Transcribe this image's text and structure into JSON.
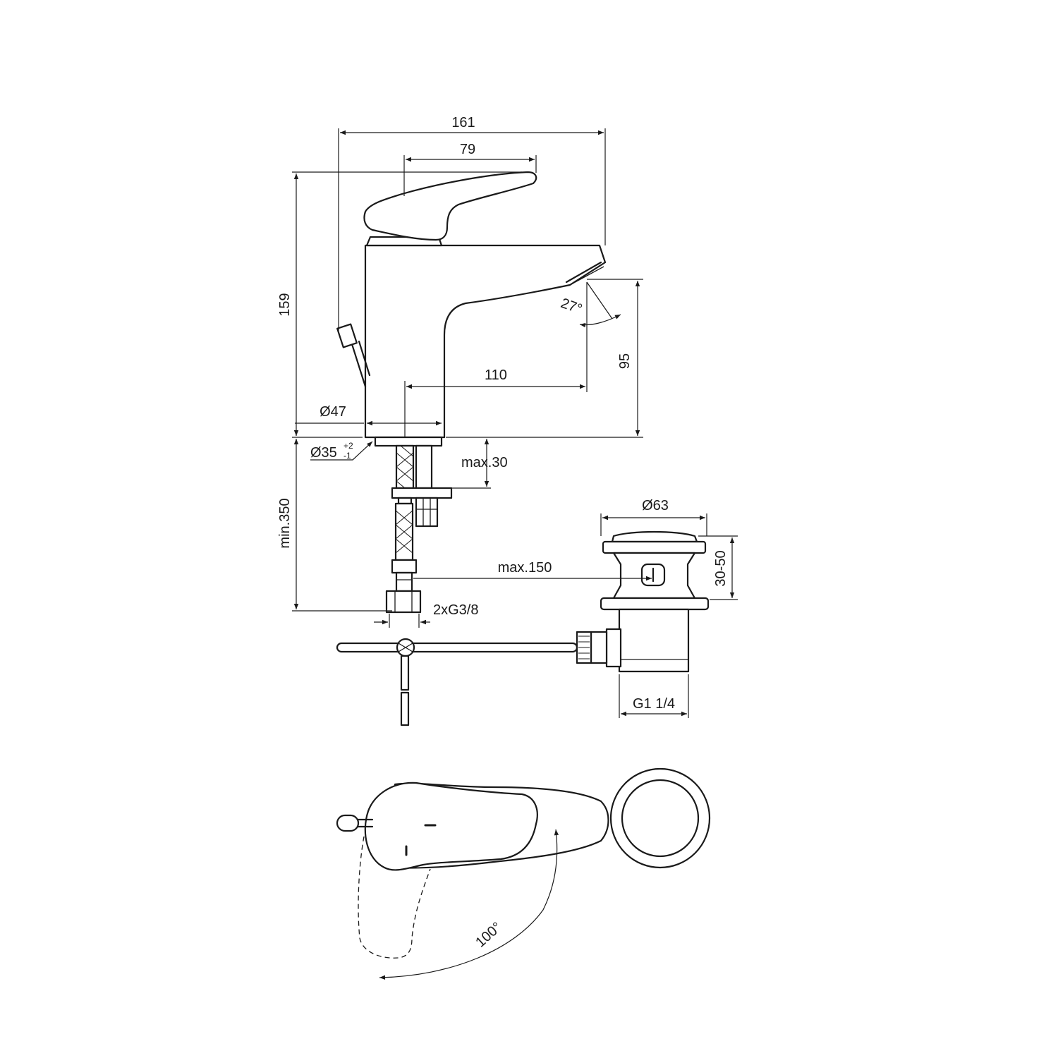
{
  "dimensions": {
    "overall_width": "161",
    "lever_length": "79",
    "overall_height": "159",
    "spout_reach": "110",
    "spout_height": "95",
    "spray_angle": "27°",
    "body_diameter": "Ø47",
    "hole_diameter": "Ø35",
    "hole_tol_plus": "+2",
    "hole_tol_minus": "-1",
    "max_deck": "max.30",
    "min_hose": "min.350",
    "pop_up_diameter": "Ø63",
    "pop_up_height": "30-50",
    "rod_length": "max.150",
    "connection": "2xG3/8",
    "waste_thread": "G1 1/4",
    "rotation_angle": "100°"
  },
  "colors": {
    "line": "#1a1a1a",
    "background": "#ffffff"
  }
}
